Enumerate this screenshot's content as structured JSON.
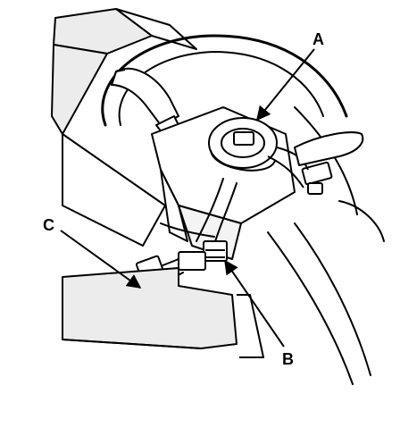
{
  "diagram": {
    "callouts": [
      {
        "id": "a",
        "label": "A"
      },
      {
        "id": "b",
        "label": "B"
      },
      {
        "id": "c",
        "label": "C"
      }
    ],
    "colors": {
      "ink": "#000000",
      "paper": "#ffffff",
      "shade": "#ececec"
    }
  }
}
